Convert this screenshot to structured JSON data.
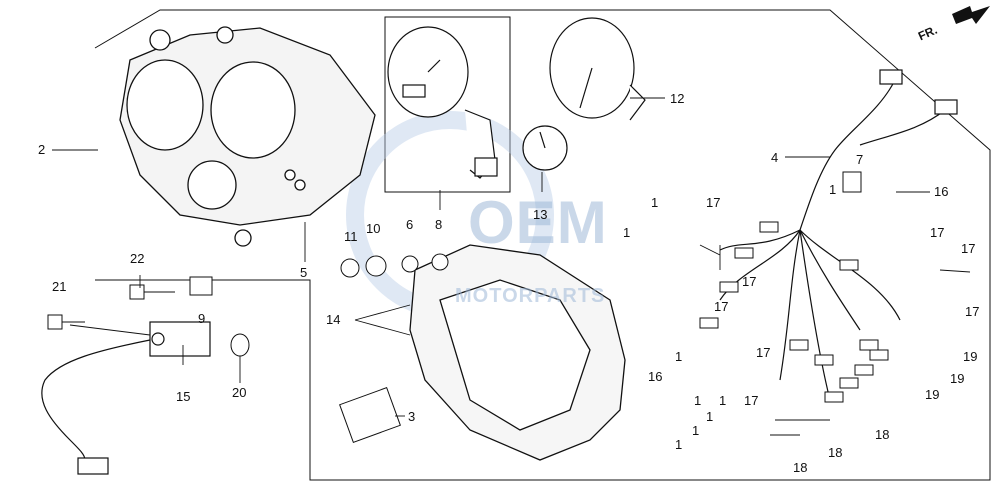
{
  "watermark": {
    "brand": "OEM",
    "sub": "MOTORPARTS"
  },
  "direction_label": "FR.",
  "callouts": {
    "n1": "1",
    "n2": "2",
    "n3": "3",
    "n4": "4",
    "n5": "5",
    "n6": "6",
    "n7": "7",
    "n8": "8",
    "n9": "9",
    "n10": "10",
    "n11": "11",
    "n12": "12",
    "n13": "13",
    "n14": "14",
    "n15": "15",
    "n16": "16",
    "n17": "17",
    "n18": "18",
    "n19": "19",
    "n20": "20",
    "n21": "21",
    "n22": "22"
  }
}
